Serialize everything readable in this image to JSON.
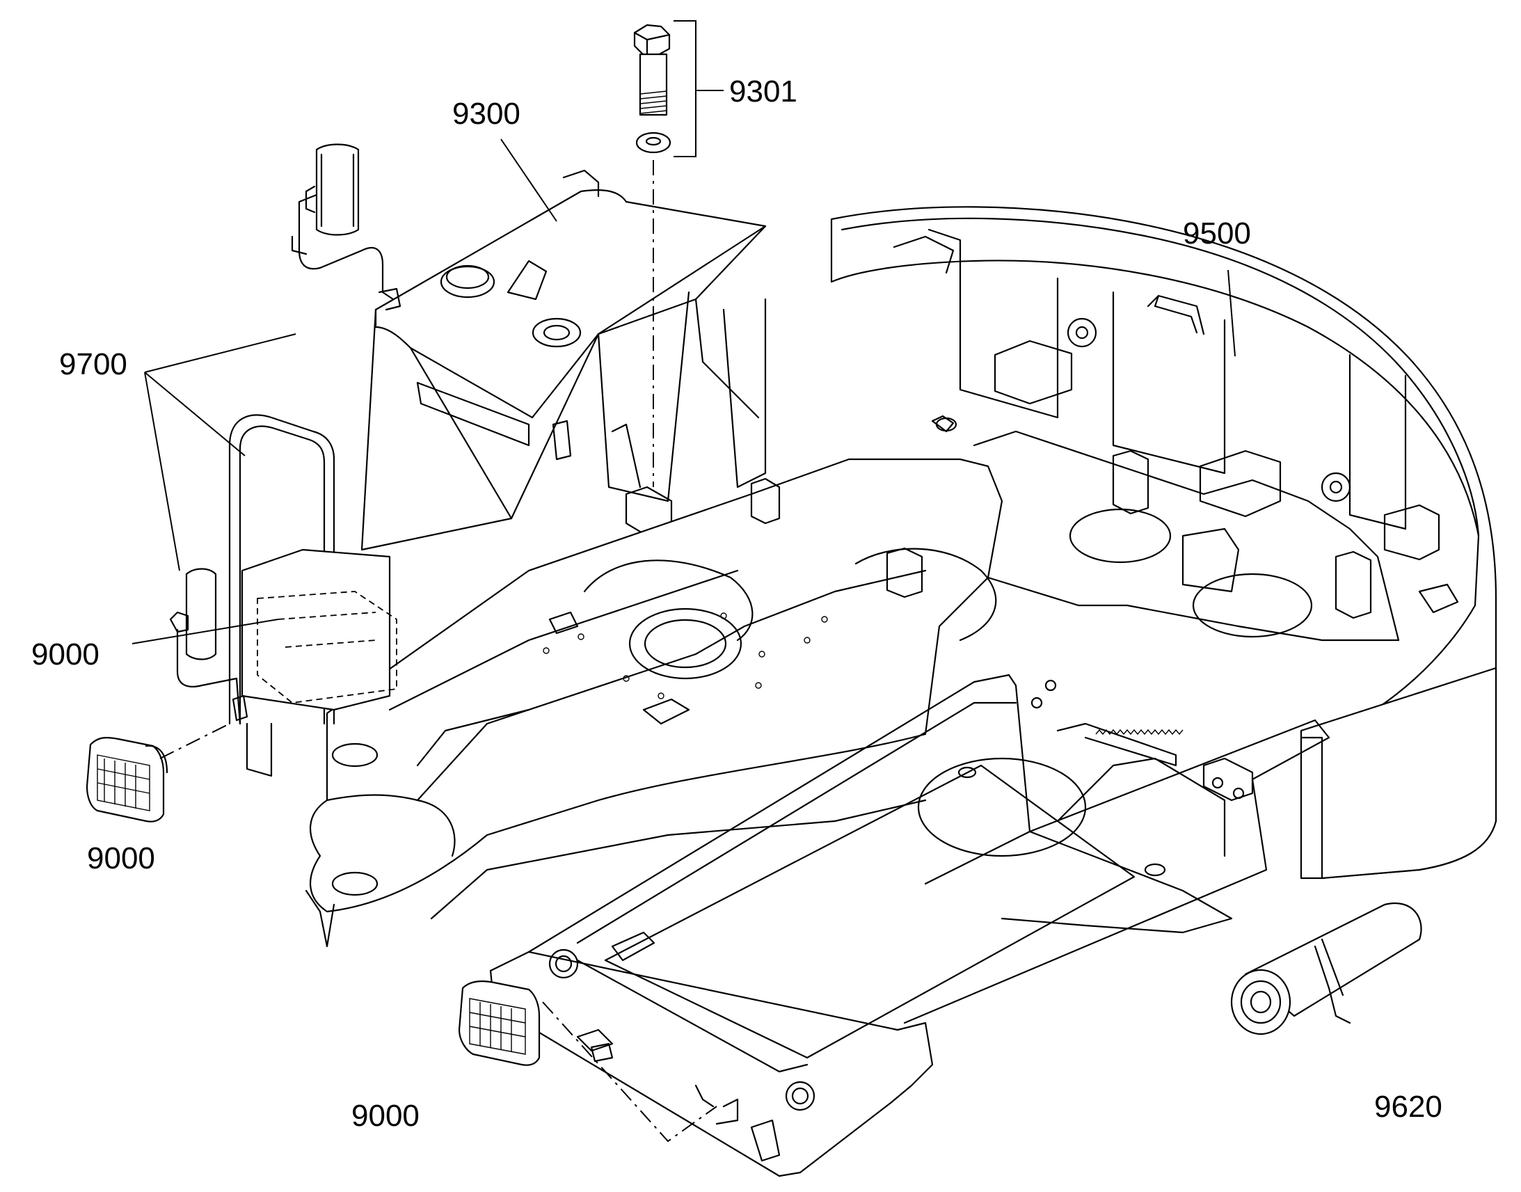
{
  "diagram": {
    "callouts": [
      {
        "id": "9301",
        "text": "9301"
      },
      {
        "id": "9300",
        "text": "9300"
      },
      {
        "id": "9500",
        "text": "9500"
      },
      {
        "id": "9700",
        "text": "9700"
      },
      {
        "id": "9000a",
        "text": "9000"
      },
      {
        "id": "9000b",
        "text": "9000"
      },
      {
        "id": "9000c",
        "text": "9000"
      },
      {
        "id": "9620",
        "text": "9620"
      }
    ],
    "parts": [
      {
        "name": "bolt-and-washer",
        "callout": "9301"
      },
      {
        "name": "cab-frame",
        "callout": "9300"
      },
      {
        "name": "counterweight",
        "callout": "9500"
      },
      {
        "name": "mirrors-and-handrail",
        "callout": "9700"
      },
      {
        "name": "work-lights",
        "callout": "9000"
      },
      {
        "name": "decal-roll",
        "callout": "9620"
      }
    ]
  }
}
